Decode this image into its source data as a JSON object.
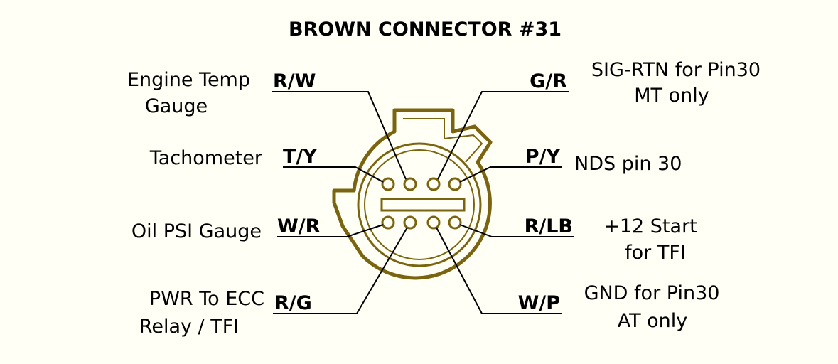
{
  "title": "BROWN CONNECTOR #31",
  "colors": {
    "connector_outline": "#7a6410",
    "connector_fill": "#ffffff",
    "text": "#000000",
    "background": "#fffff5"
  },
  "pins_left": [
    {
      "wire_code": "R/W",
      "label_lines": [
        "Engine Temp",
        "Gauge"
      ]
    },
    {
      "wire_code": "T/Y",
      "label_lines": [
        "Tachometer"
      ]
    },
    {
      "wire_code": "W/R",
      "label_lines": [
        "Oil PSI Gauge"
      ]
    },
    {
      "wire_code": "R/G",
      "label_lines": [
        "PWR To ECC",
        "Relay / TFI"
      ]
    }
  ],
  "pins_right": [
    {
      "wire_code": "G/R",
      "label_lines": [
        "SIG-RTN for Pin30",
        "MT only"
      ]
    },
    {
      "wire_code": "P/Y",
      "label_lines": [
        "NDS pin 30"
      ]
    },
    {
      "wire_code": "R/LB",
      "label_lines": [
        "+12 Start",
        "for TFI"
      ]
    },
    {
      "wire_code": "W/P",
      "label_lines": [
        "GND for Pin30",
        "AT only"
      ]
    }
  ]
}
